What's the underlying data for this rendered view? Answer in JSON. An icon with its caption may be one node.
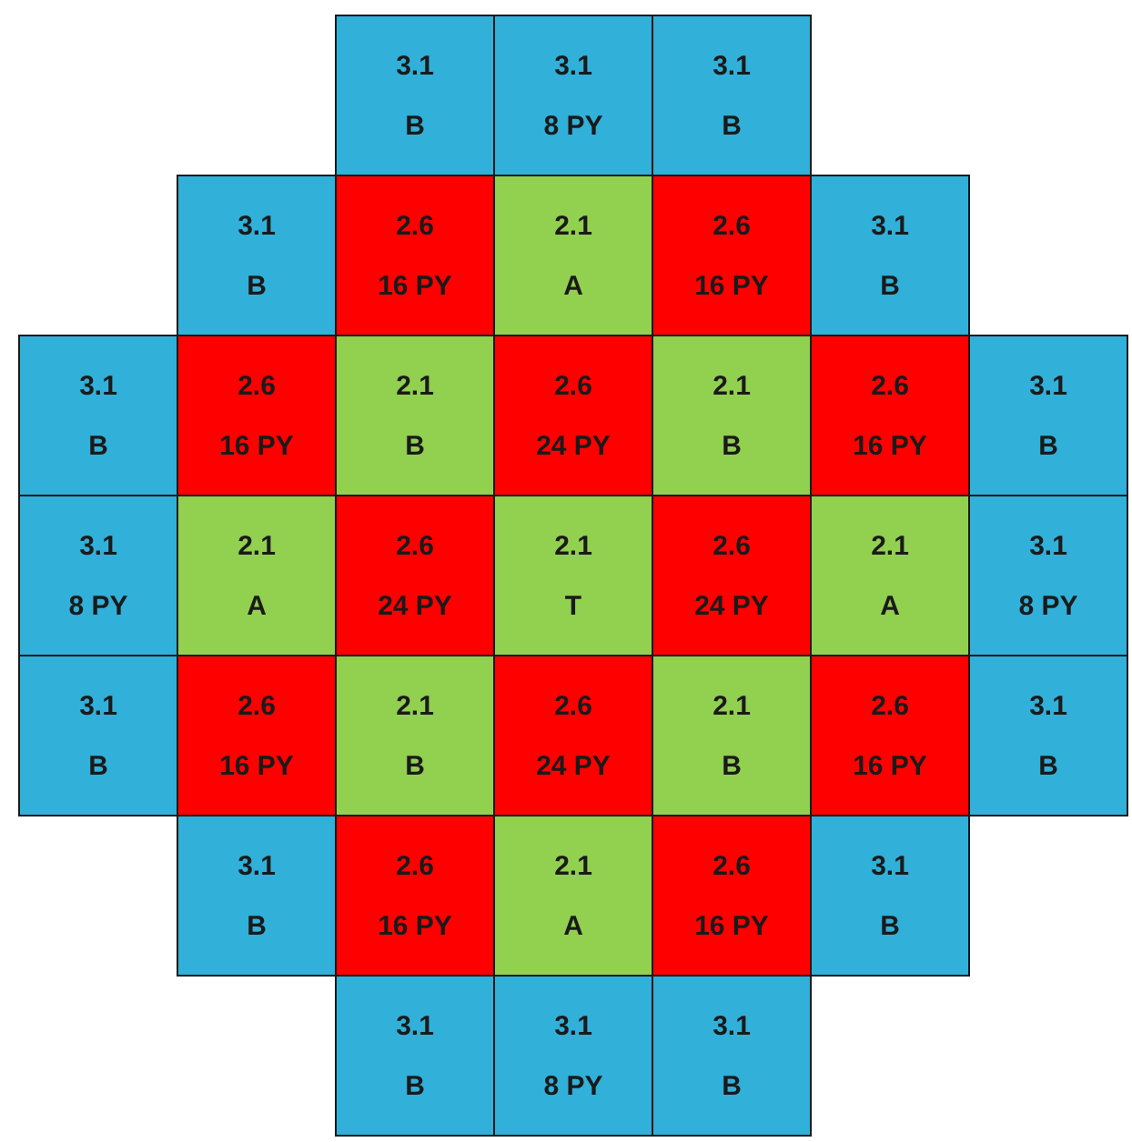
{
  "diagram": {
    "nodes": [
      {
        "text": [
          "3.1",
          "B"
        ]
      },
      {
        "text": [
          "3.1",
          "8 PY"
        ]
      },
      {
        "text": [
          "3.1",
          "B"
        ]
      },
      {
        "text": [
          "3.1",
          "B"
        ]
      },
      {
        "text": [
          "2.6",
          "16 PY"
        ]
      },
      {
        "text": [
          "2.1",
          "A"
        ]
      },
      {
        "text": [
          "2.6",
          "16 PY"
        ]
      },
      {
        "text": [
          "3.1",
          "B"
        ]
      },
      {
        "text": [
          "3.1",
          "B"
        ]
      },
      {
        "text": [
          "2.6",
          "16 PY"
        ]
      },
      {
        "text": [
          "2.1",
          "B"
        ]
      },
      {
        "text": [
          "2.6",
          "24 PY"
        ]
      },
      {
        "text": [
          "2.1",
          "B"
        ]
      },
      {
        "text": [
          "2.6",
          "16 PY"
        ]
      },
      {
        "text": [
          "3.1",
          "B"
        ]
      },
      {
        "text": [
          "3.1",
          "8 PY"
        ]
      },
      {
        "text": [
          "2.1",
          "A"
        ]
      },
      {
        "text": [
          "2.6",
          "24 PY"
        ]
      },
      {
        "text": [
          "2.1",
          "T"
        ]
      },
      {
        "text": [
          "2.6",
          "24 PY"
        ]
      },
      {
        "text": [
          "2.1",
          "A"
        ]
      },
      {
        "text": [
          "3.1",
          "8 PY"
        ]
      },
      {
        "text": [
          "3.1",
          "B"
        ]
      },
      {
        "text": [
          "2.6",
          "16 PY"
        ]
      },
      {
        "text": [
          "2.1",
          "B"
        ]
      },
      {
        "text": [
          "2.6",
          "24 PY"
        ]
      },
      {
        "text": [
          "2.1",
          "B"
        ]
      },
      {
        "text": [
          "2.6",
          "16 PY"
        ]
      },
      {
        "text": [
          "3.1",
          "B"
        ]
      },
      {
        "text": [
          "3.1",
          "B"
        ]
      },
      {
        "text": [
          "2.6",
          "16 PY"
        ]
      },
      {
        "text": [
          "2.1",
          "A"
        ]
      },
      {
        "text": [
          "2.6",
          "16 PY"
        ]
      },
      {
        "text": [
          "3.1",
          "B"
        ]
      },
      {
        "text": [
          "3.1",
          "B"
        ]
      },
      {
        "text": [
          "3.1",
          "8 PY"
        ]
      },
      {
        "text": [
          "3.1",
          "B"
        ]
      }
    ]
  }
}
